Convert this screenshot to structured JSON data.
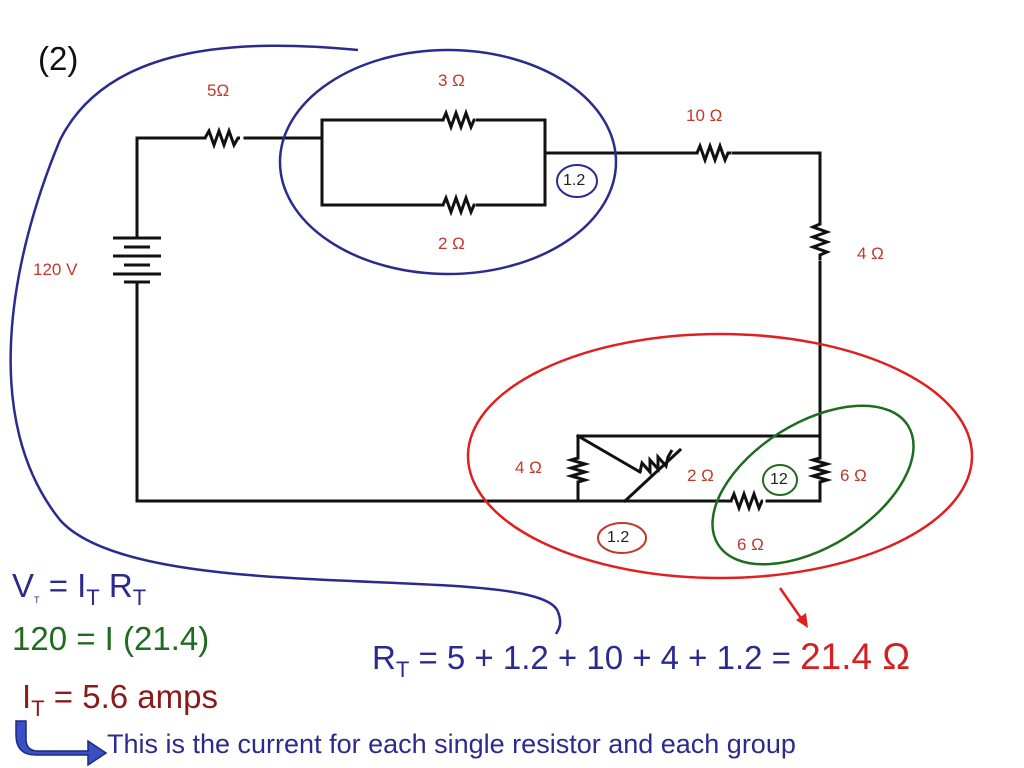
{
  "problem_label": "(2)",
  "resistors": {
    "r_5": "5Ω",
    "r_3": "3 Ω",
    "r_2_top": "2 Ω",
    "r_10": "10 Ω",
    "r_4_right": "4 Ω",
    "r_4_bottom": "4 Ω",
    "r_2_bottom": "2 Ω",
    "r_6_vertical": "6 Ω",
    "r_6_bottom": "6 Ω"
  },
  "battery": {
    "voltage": "120 V"
  },
  "bubbles": {
    "top_parallel": "1.2",
    "bottom_group": "1.2",
    "inner_group": "12"
  },
  "equations": {
    "ohms_law": {
      "v": "V",
      "v_sub": "T",
      "eq": "= I",
      "i_sub": "T",
      "r": " R",
      "r_sub": "T"
    },
    "substitution": "120 = I (21.4)",
    "current": {
      "i": "I",
      "i_sub": "T",
      "rest": " = 5.6 amps"
    },
    "total_resistance": {
      "r": "R",
      "r_sub": "T",
      "sum": " = 5 + 1.2 + 10 + 4 + 1.2 = ",
      "result": "21.4 Ω"
    },
    "note": "This is the current for each single resistor and each group"
  },
  "colors": {
    "wire": "#111111",
    "blue_ellipse": "#2b2b8f",
    "red_ellipse": "#e02020",
    "green_ellipse": "#1f6b1f",
    "arrow_blue": "#3a4fc4"
  }
}
